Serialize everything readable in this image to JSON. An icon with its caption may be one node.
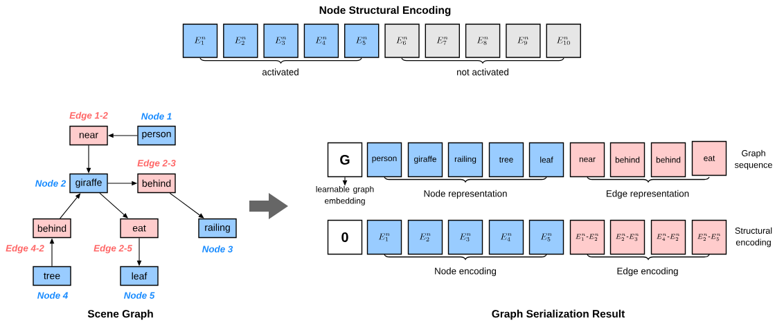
{
  "diagram": {
    "title": "Node Structural Encoding",
    "nodes": [
      {
        "text": [
          "E^{n}_{1}"
        ]
      },
      {
        "text": [
          "E^{n}_{2}"
        ]
      },
      {
        "text": [
          "E^{n}_{3}"
        ]
      },
      {
        "text": [
          "E^{n}_{4}"
        ]
      },
      {
        "text": [
          "E^{n}_{5}"
        ]
      },
      {
        "text": [
          "E^{n}_{6}"
        ]
      },
      {
        "text": [
          "E^{n}_{7}"
        ]
      },
      {
        "text": [
          "E^{n}_{8}"
        ]
      },
      {
        "text": [
          "E^{n}_{9}"
        ]
      },
      {
        "text": [
          "E^{n}_{10}"
        ]
      },
      {
        "text": [
          "near"
        ],
        "beside": [
          "Edge 1-2"
        ]
      },
      {
        "text": [
          "person"
        ],
        "beside": [
          "Node 1"
        ]
      },
      {
        "text": [
          "giraffe"
        ],
        "beside": [
          "Node 2"
        ]
      },
      {
        "text": [
          "behind"
        ],
        "beside": [
          "Edge 2-3"
        ]
      },
      {
        "text": [
          "behind"
        ],
        "beside": [
          "Edge 4-2"
        ]
      },
      {
        "text": [
          "eat"
        ],
        "beside": [
          "Edge 2-5"
        ]
      },
      {
        "text": [
          "railing"
        ],
        "beside": [
          "Node 3"
        ]
      },
      {
        "text": [
          "tree"
        ],
        "beside": [
          "Node 4"
        ]
      },
      {
        "text": [
          "leaf"
        ],
        "beside": [
          "Node 5"
        ]
      },
      {
        "text": [
          "G"
        ]
      },
      {
        "text": [
          "person"
        ]
      },
      {
        "text": [
          "giraffe"
        ]
      },
      {
        "text": [
          "railing"
        ]
      },
      {
        "text": [
          "tree"
        ]
      },
      {
        "text": [
          "leaf"
        ]
      },
      {
        "text": [
          "near"
        ]
      },
      {
        "text": [
          "behind"
        ]
      },
      {
        "text": [
          "behind"
        ]
      },
      {
        "text": [
          "eat"
        ]
      },
      {
        "text": [
          "0"
        ]
      },
      {
        "text": [
          "E^{n}_{1}"
        ]
      },
      {
        "text": [
          "E^{n}_{2}"
        ]
      },
      {
        "text": [
          "E^{n}_{3}"
        ]
      },
      {
        "text": [
          "E^{n}_{4}"
        ]
      },
      {
        "text": [
          "E^{n}_{5}"
        ]
      },
      {
        "text": [
          "E^{n}_{1}\\mbox{-}E^{n}_{2}"
        ]
      },
      {
        "text": [
          "E^{n}_{2}\\mbox{-}E^{n}_{3}"
        ]
      },
      {
        "text": [
          "E^{n}_{4}\\mbox{-}E^{n}_{2}"
        ]
      },
      {
        "text": [
          "E^{n}_{2}\\mbox{-}E^{n}_{5}"
        ]
      },
      {
        "text": [
          "learnable graph embedding"
        ]
      }
    ],
    "edges": [
      {
        "from": 11,
        "to": 10,
        "arrow": "to"
      },
      {
        "from": 10,
        "to": 12,
        "arrow": "to"
      },
      {
        "from": 12,
        "to": 13,
        "arrow": "to"
      },
      {
        "from": 13,
        "to": 16,
        "arrow": "to"
      },
      {
        "from": 17,
        "to": 14,
        "arrow": "to"
      },
      {
        "from": 14,
        "to": 12,
        "arrow": "to"
      },
      {
        "from": 12,
        "to": 15,
        "arrow": "to"
      },
      {
        "from": 15,
        "to": 18,
        "arrow": "to"
      },
      {
        "from": 19,
        "to": 39,
        "arrow": "to"
      }
    ],
    "labels": [
      "activated",
      "not activated",
      "Graph sequence",
      "Node representation",
      "Edge representation",
      "Structural encoding",
      "Node encoding",
      "Edge encoding",
      "Scene Graph",
      "Graph Serialization Result"
    ]
  }
}
